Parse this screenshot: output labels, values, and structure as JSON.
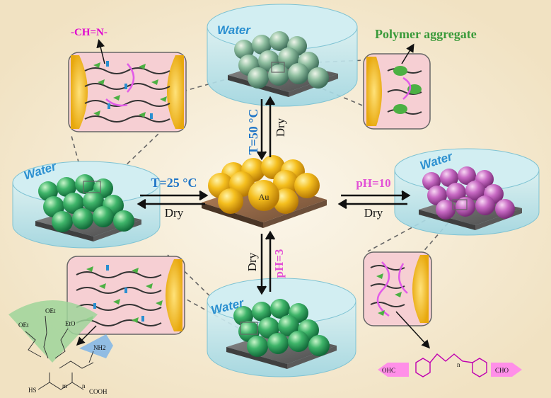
{
  "colors": {
    "background": "#f6ecd6",
    "water_tint": "#bfe6ee",
    "gold": "#f2b51c",
    "green_sphere": "#3fb56a",
    "pale_green_sphere": "#8fbfa0",
    "purple_sphere": "#c86ac4",
    "panel_fill": "#f6cfd3",
    "chain_pink": "#e25be8",
    "water_label": "#2a8fd0",
    "condition_blue": "#2176c7",
    "condition_pink": "#e24fd6"
  },
  "labels": {
    "water_top": "Water",
    "water_left": "Water",
    "water_right": "Water",
    "water_bottom": "Water",
    "imine": "-CH=N-",
    "polymer_aggregate": "Polymer aggregate",
    "center_metal": "Au",
    "cond_top": "T=50 °C",
    "cond_left": "T=25 °C",
    "cond_right": "pH=10",
    "cond_bottom": "pH=3",
    "dry_top": "Dry",
    "dry_left": "Dry",
    "dry_right": "Dry",
    "dry_bottom": "Dry"
  },
  "chem_left": {
    "oet_1": "OEt",
    "oet_2": "OEt",
    "eto": "EtO",
    "nh2": "NH2",
    "hs": "HS",
    "m": "m",
    "n": "n",
    "cooh": "COOH"
  },
  "chem_right": {
    "ohc": "OHC",
    "cho": "CHO",
    "n": "n"
  },
  "icons": [
    "arrow-icon",
    "equilibrium-arrow-icon",
    "gold-nanoparticle-icon"
  ]
}
